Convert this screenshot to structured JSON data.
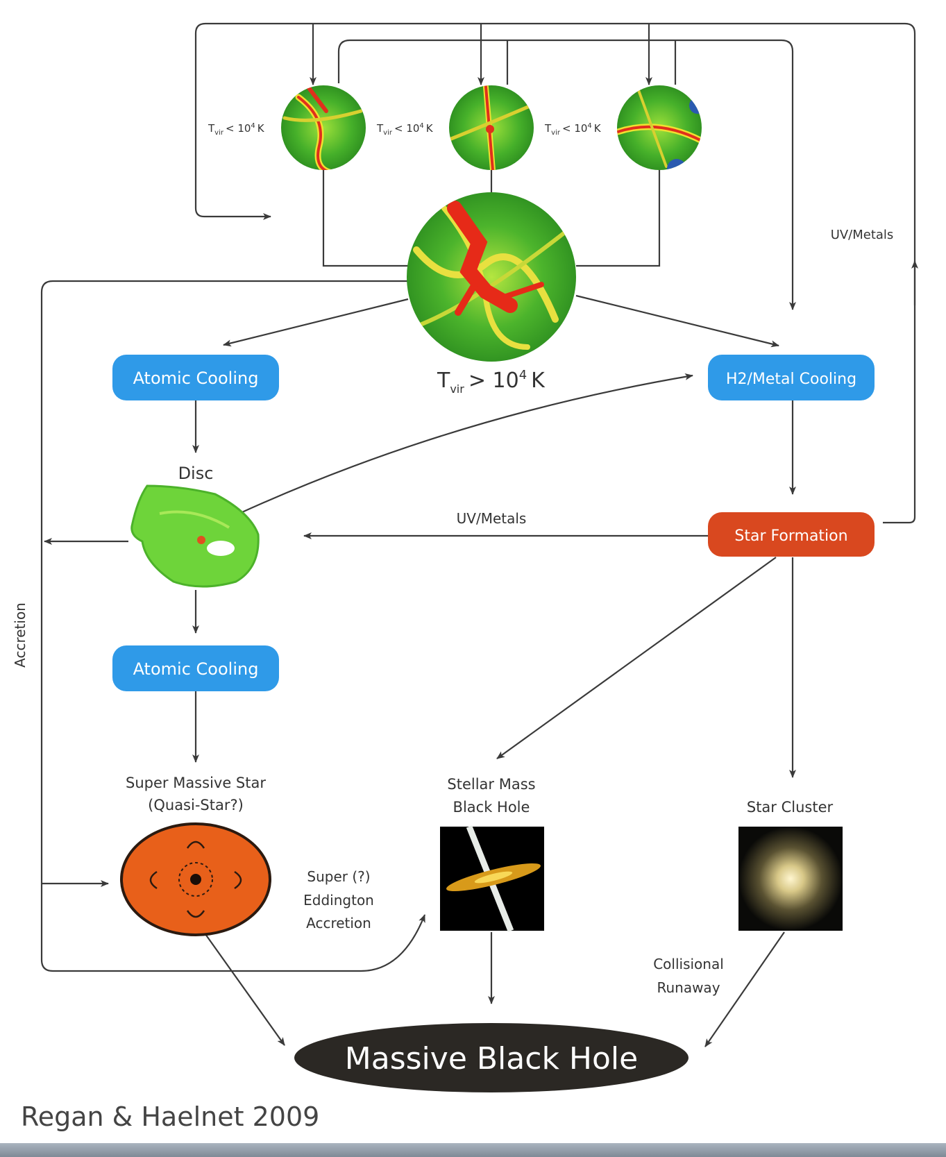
{
  "nodes": {
    "tvir_low": "T",
    "tvir_low_sub": "vir",
    "tvir_low_cond": "< 10",
    "tvir_low_exp": "4",
    "tvir_low_unit": "K",
    "tvir_high_cond": "> 10",
    "atomic_cooling_1": "Atomic Cooling",
    "atomic_cooling_2": "Atomic Cooling",
    "h2_metal_cooling": "H2/Metal Cooling",
    "star_formation": "Star Formation",
    "disc": "Disc",
    "super_massive_star": "Super Massive Star",
    "quasi_star": "(Quasi-Star?)",
    "stellar_bh_1": "Stellar Mass",
    "stellar_bh_2": "Black Hole",
    "star_cluster": "Star Cluster",
    "massive_black_hole": "Massive Black Hole"
  },
  "edge_labels": {
    "uv_metals_right": "UV/Metals",
    "uv_metals_mid": "UV/Metals",
    "accretion": "Accretion",
    "super_edd_1": "Super (?)",
    "super_edd_2": "Eddington",
    "super_edd_3": "Accretion",
    "collisional_1": "Collisional",
    "collisional_2": "Runaway"
  },
  "caption": "Regan & Haelnet 2009",
  "colors": {
    "blue_box": "#2f9ae8",
    "star_formation": "#d9481f",
    "line": "#3a3a3a",
    "black_hole": "#2b2824",
    "sms_fill": "#e8601a"
  }
}
